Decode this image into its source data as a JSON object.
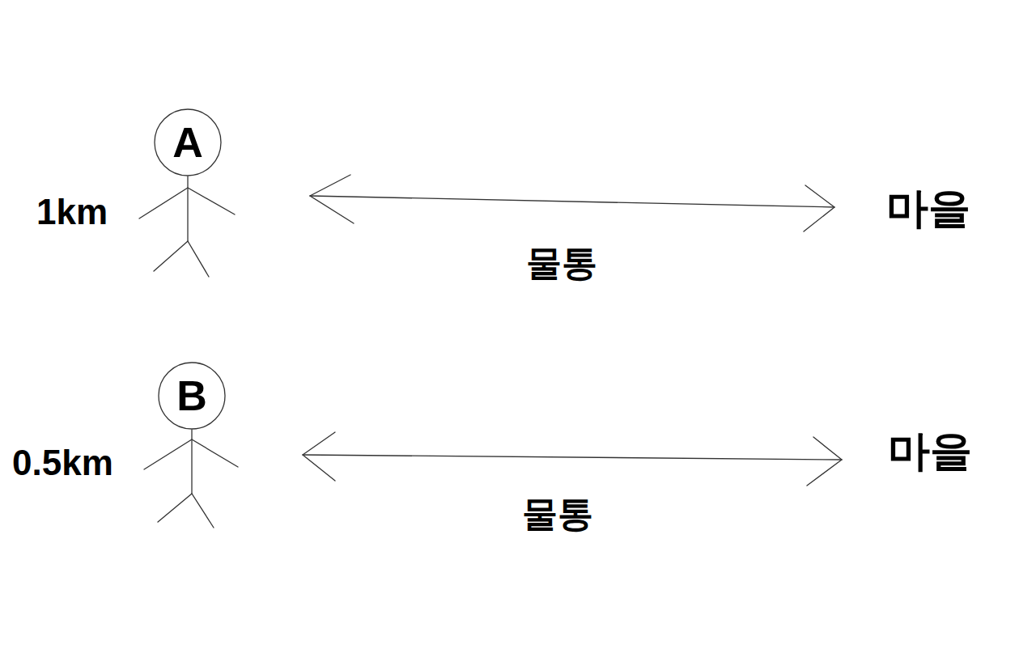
{
  "diagram": {
    "nodes": [
      {
        "text": [
          "A"
        ]
      },
      {
        "text": [
          "B"
        ]
      }
    ],
    "labels": [
      "1km",
      "마을",
      "물통",
      "0.5km",
      "마을",
      "물통"
    ]
  }
}
